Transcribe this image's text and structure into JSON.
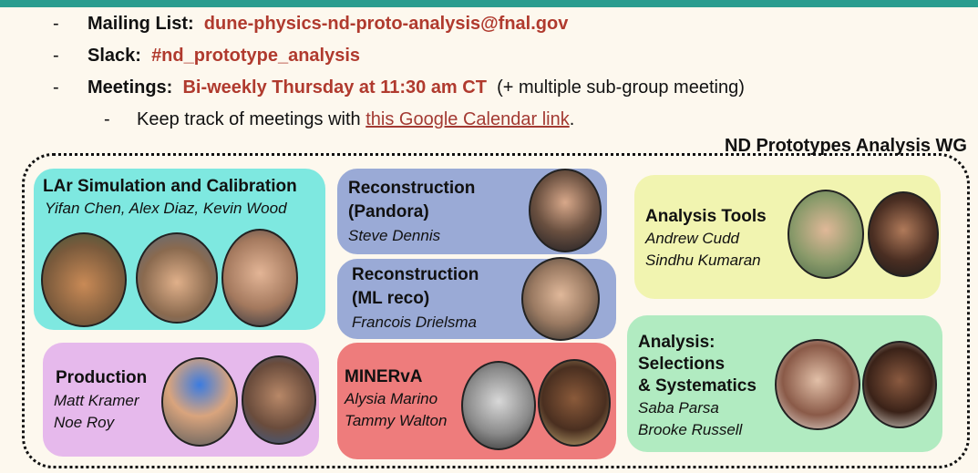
{
  "bullets": {
    "mailing_label": "Mailing List:",
    "mailing_value": "dune-physics-nd-proto-analysis@fnal.gov",
    "slack_label": "Slack:",
    "slack_value": "#nd_prototype_analysis",
    "meetings_label": "Meetings:",
    "meetings_value": "Bi-weekly Thursday at 11:30 am CT",
    "meetings_note": "(+ multiple sub-group meeting)",
    "calendar_prefix": "Keep track of meetings with",
    "calendar_link": "this Google Calendar link",
    "calendar_suffix": ".",
    "dash": "-"
  },
  "wg_title": "ND Prototypes Analysis WG",
  "groups": {
    "lar_sim": {
      "title": "LAr Simulation and Calibration",
      "members": "Yifan Chen, Alex Diaz, Kevin Wood"
    },
    "production": {
      "title": "Production",
      "member1": "Matt Kramer",
      "member2": "Noe Roy"
    },
    "pandora": {
      "title1": "Reconstruction",
      "title2": "(Pandora)",
      "members": "Steve Dennis"
    },
    "ml_reco": {
      "title1": "Reconstruction",
      "title2": "(ML reco)",
      "members": "Francois Drielsma"
    },
    "minerva": {
      "title": "MINERvA",
      "member1": "Alysia Marino",
      "member2": "Tammy Walton"
    },
    "tools": {
      "title": "Analysis Tools",
      "member1": "Andrew Cudd",
      "member2": "Sindhu Kumaran"
    },
    "analysis": {
      "title1": "Analysis:",
      "title2": "Selections",
      "title3": "& Systematics",
      "member1": "Saba Parsa",
      "member2": "Brooke Russell"
    }
  },
  "colors": {
    "accent_bar": "#2a9d8f",
    "highlight_red": "#b03a2e",
    "lar_sim": "#7ee8e0",
    "production": "#e6b9ec",
    "reconstruction": "#9aaad6",
    "minerva": "#ee7c7c",
    "tools": "#f1f4b0",
    "analysis": "#b1ebc1"
  }
}
